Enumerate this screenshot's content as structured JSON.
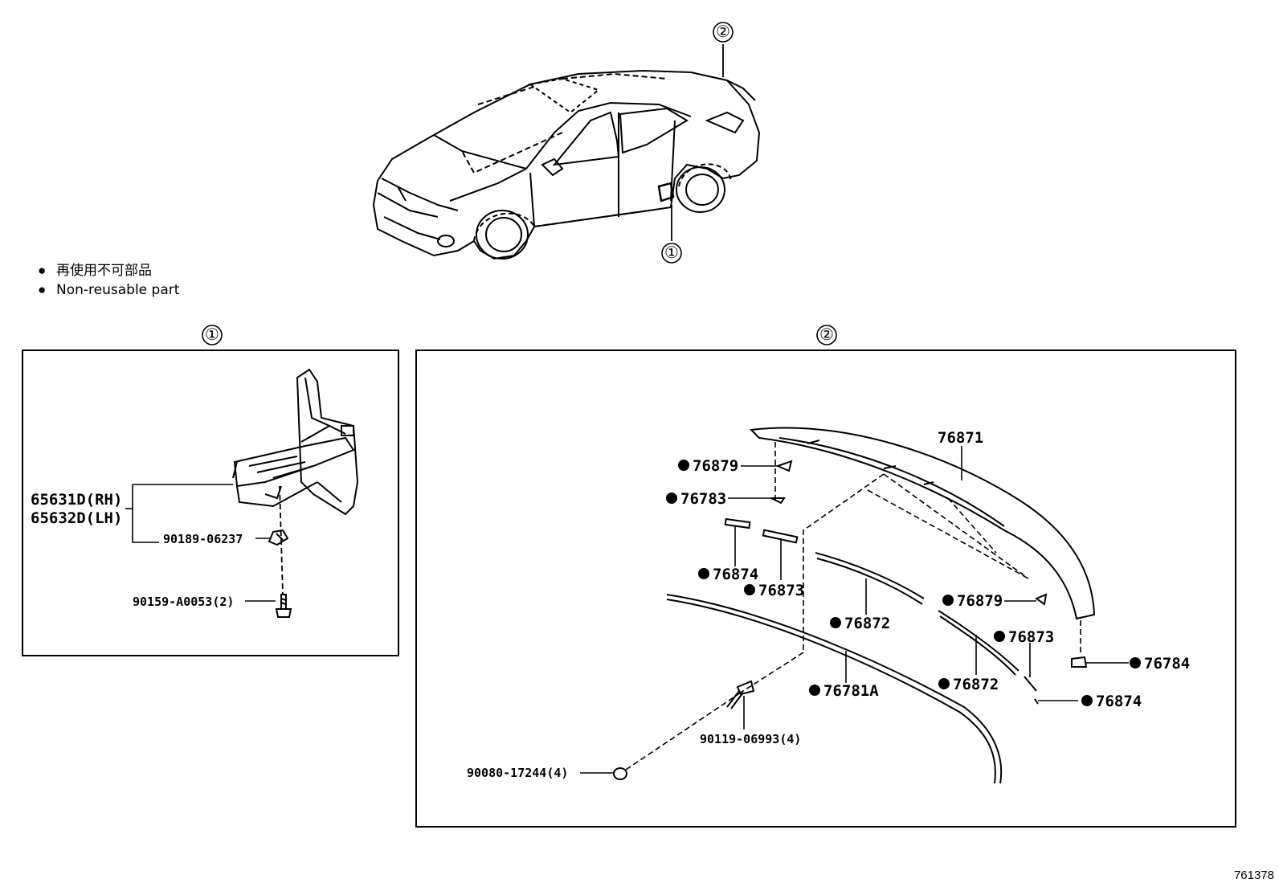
{
  "car_callouts": [
    "①",
    "②"
  ],
  "legend": {
    "bullet": "●",
    "line_ja": "再使用不可部品",
    "line_en": "Non-reusable part"
  },
  "panel1": {
    "marker": "①",
    "parts": {
      "rh": "65631D(RH)",
      "lh": "65632D(LH)",
      "clip": "90189-06237",
      "screw": "90159-A0053(2)"
    }
  },
  "panel2": {
    "marker": "②",
    "parts": {
      "spoiler": "76871",
      "clip_top": "76879",
      "pad_top": "76783",
      "tape_a": "76874",
      "tape_b": "76873",
      "tape_c": "76872",
      "clip_right": "76879",
      "tape_b_right": "76873",
      "pad_right": "76784",
      "tape_c_right": "76872",
      "tape_a_right": "76874",
      "seal": "76781A",
      "bolt": "90119-06993(4)",
      "nut": "90080-17244(4)"
    }
  },
  "diagram_id": "761378"
}
